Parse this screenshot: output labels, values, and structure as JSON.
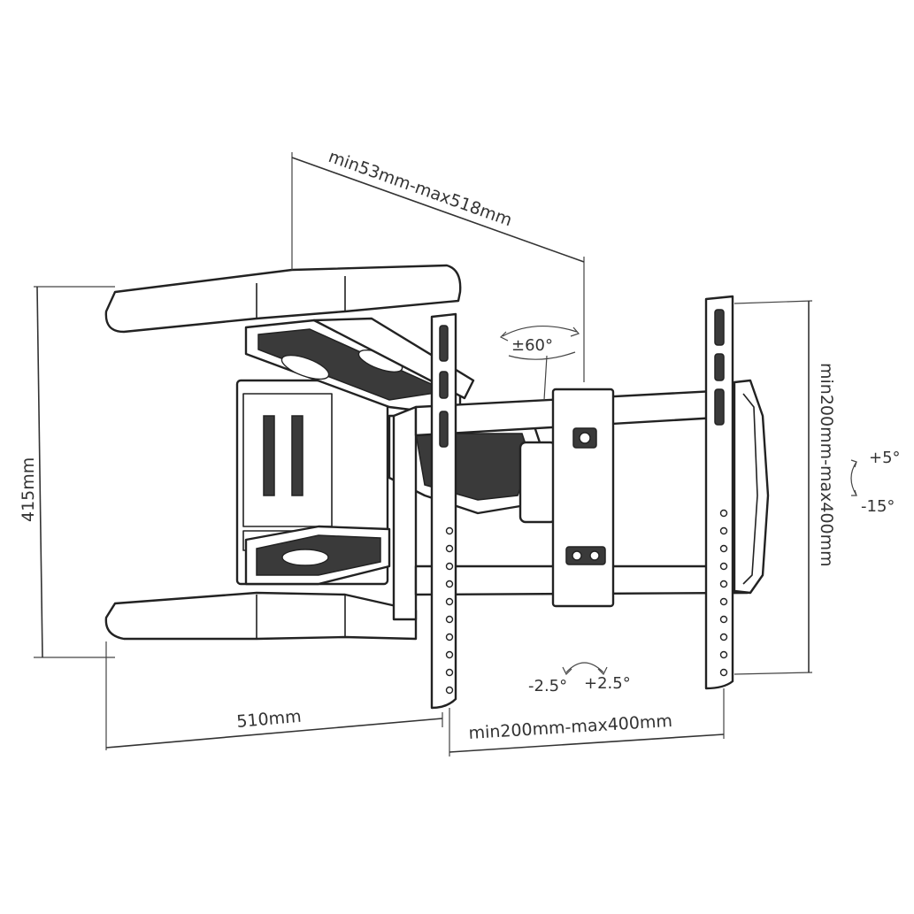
{
  "dimensions": {
    "arm_extension": "min53mm-max518mm",
    "height": "415mm",
    "width": "510mm",
    "vesa_horizontal": "min200mm-max400mm",
    "vesa_vertical": "min200mm-max400mm"
  },
  "angles": {
    "swivel": "±60°",
    "tilt_up": "+5°",
    "tilt_down": "-15°",
    "rotation_left": "-2.5°",
    "rotation_right": "+2.5°"
  },
  "colors": {
    "line": "#333333",
    "fill_dark": "#3a3a3a",
    "background": "#ffffff"
  }
}
